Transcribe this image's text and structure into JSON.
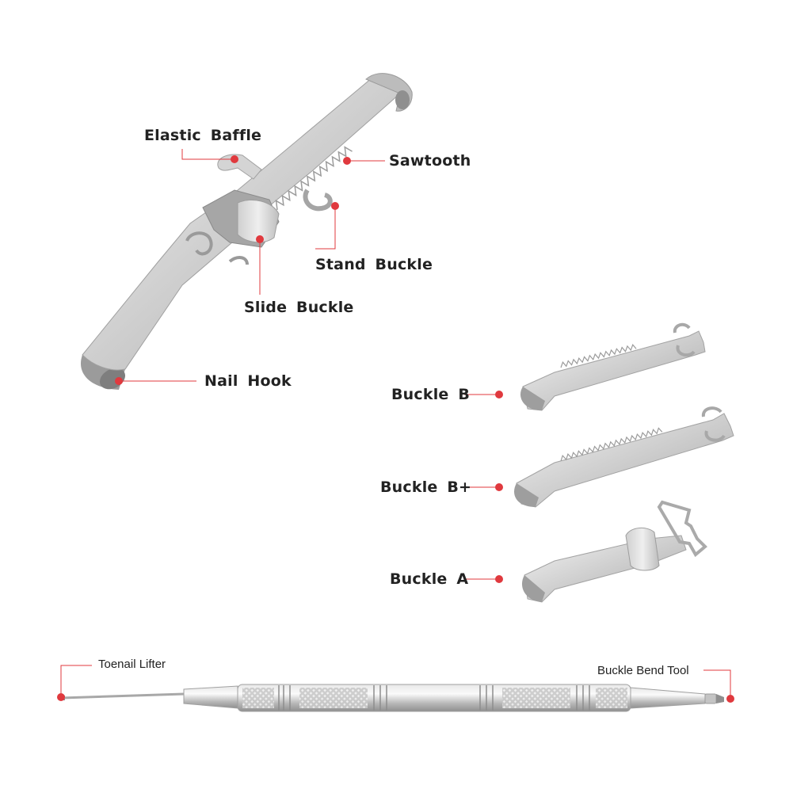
{
  "colors": {
    "marker": "#e0393e",
    "leader": "#e0393e",
    "metal_light": "#f1f1f1",
    "metal_mid": "#c7c7c7",
    "metal_dark": "#8c8c8c",
    "text": "#222222"
  },
  "callouts": {
    "elastic_baffle": "Elastic  Baffle",
    "sawtooth": "Sawtooth",
    "stand_buckle": "Stand  Buckle",
    "slide_buckle": "Slide  Buckle",
    "nail_hook": "Nail  Hook",
    "buckle_b": "Buckle  B",
    "buckle_b_plus": "Buckle  B+",
    "buckle_a": "Buckle  A",
    "toenail_lifter": "Toenail Lifter",
    "buckle_bend_tool": "Buckle Bend Tool"
  }
}
